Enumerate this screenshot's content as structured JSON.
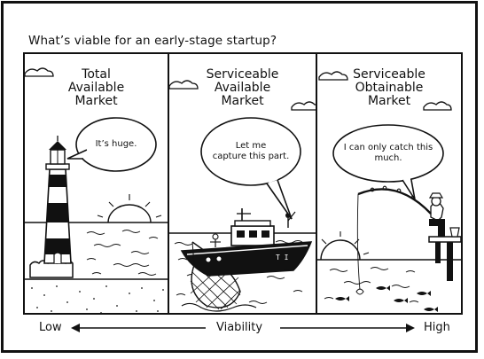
{
  "title": "What’s viable for an early-stage startup?",
  "panels": [
    {
      "title": "Total\nAvailable\nMarket",
      "speech": "It’s huge."
    },
    {
      "title": "Serviceable\nAvailable\nMarket",
      "speech": "Let me\ncapture this part."
    },
    {
      "title": "Serviceable\nObtainable\nMarket",
      "speech": "I can only catch this\nmuch."
    }
  ],
  "axis": {
    "low_label": "Low",
    "center_label": "Viability",
    "high_label": "High"
  }
}
